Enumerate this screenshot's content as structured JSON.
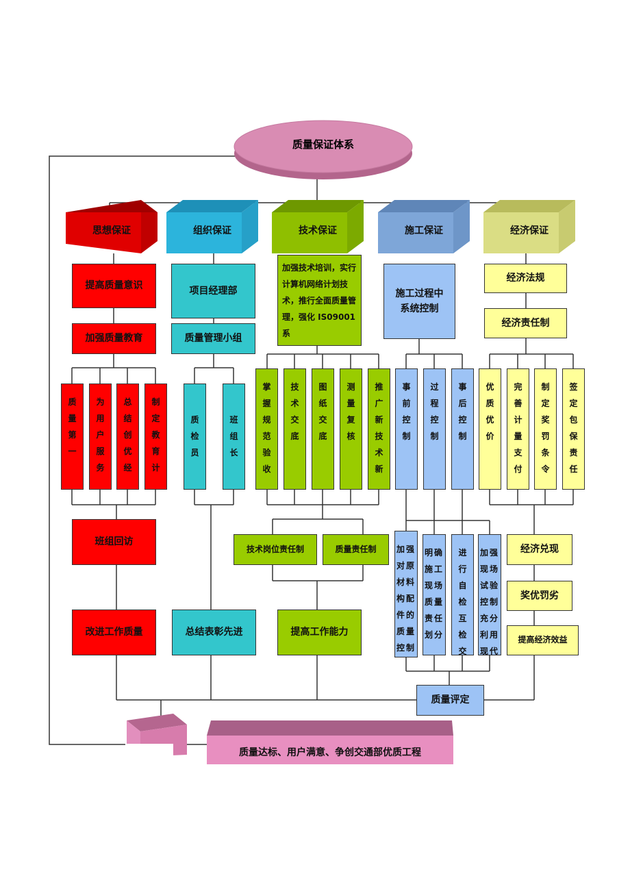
{
  "title": "质量保证体系",
  "colors": {
    "red": "#ff0000",
    "cyan": "#33c6cc",
    "green": "#99cc00",
    "blue": "#9dc3f5",
    "yellow": "#ffff99",
    "pink": "#d97fad"
  },
  "columns": [
    {
      "header": "思想保证",
      "items": [
        "提高质量意识",
        "加强质量教育"
      ],
      "sub": [
        "质量第一",
        "为用户服务",
        "总结创优经",
        "制定教育计"
      ],
      "lower": [
        "班组回访",
        "改进工作质量"
      ]
    },
    {
      "header": "组织保证",
      "items": [
        "项目经理部",
        "质量管理小组"
      ],
      "sub": [
        "质检员",
        "班组长"
      ],
      "lower": [
        "总结表彰先进"
      ]
    },
    {
      "header": "技术保证",
      "items": [
        "加强技术培训，实行计算机网络计划技术，推行全面质量管理，强化 IS09001 系"
      ],
      "sub": [
        "掌握规范验收",
        "技术交底",
        "图纸交底",
        "测量复核",
        "推广新技术新"
      ],
      "lower": [
        "技术岗位责任制",
        "质量责任制",
        "提高工作能力"
      ]
    },
    {
      "header": "施工保证",
      "items": [
        "施工过程中系统控制"
      ],
      "sub": [
        "事前控制",
        "过程控制",
        "事后控制"
      ],
      "lower": [
        "加强对原材料构配件的质量控制",
        "明确施工现场质量责任划分",
        "进行自检互检交",
        "加强现场试验控制充分利用现代"
      ]
    },
    {
      "header": "经济保证",
      "items": [
        "经济法规",
        "经济责任制"
      ],
      "sub": [
        "优质优价",
        "完善计量支付",
        "制定奖罚条令",
        "签定包保责任"
      ],
      "lower": [
        "经济兑现",
        "奖优罚劣",
        "提高经济效益"
      ]
    }
  ],
  "evaluation": "质量评定",
  "goal": "质量达标、用户满意、争创交通部优质工程"
}
